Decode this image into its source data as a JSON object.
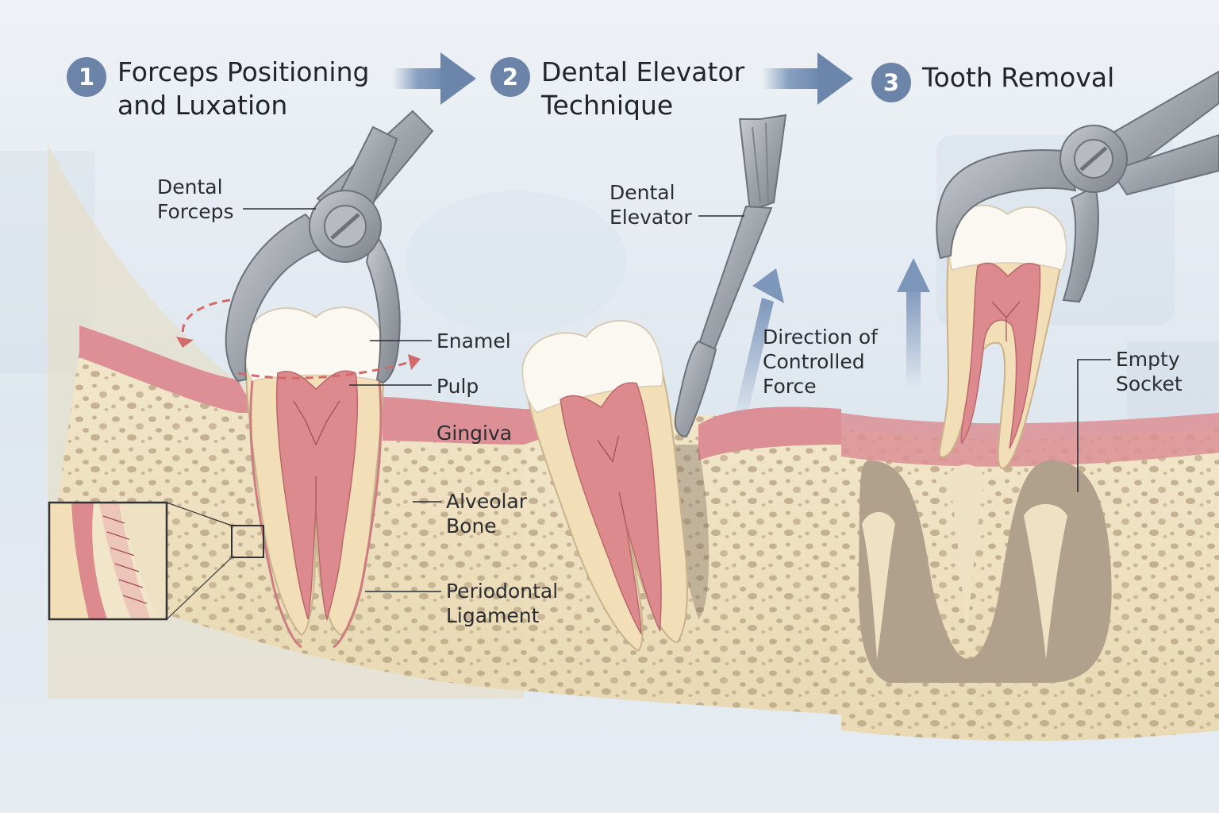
{
  "colors": {
    "background": "#e4ebf2",
    "gingiva": "#dc8f94",
    "bone": "#efe2c4",
    "enamel": "#fbf8f1",
    "dentin": "#f2dfb8",
    "pulp": "#dd8a8e",
    "steel": "#9ea3aa",
    "step_badge": "#6c84a8",
    "arrow": "#7d97ba",
    "motion_arrow": "#d16a6a"
  },
  "steps": [
    {
      "number": "1",
      "title": "Forceps Positioning\nand Luxation"
    },
    {
      "number": "2",
      "title": "Dental Elevator\nTechnique"
    },
    {
      "number": "3",
      "title": "Tooth Removal"
    }
  ],
  "labels": {
    "dental_forceps": "Dental\nForceps",
    "enamel": "Enamel",
    "pulp": "Pulp",
    "gingiva": "Gingiva",
    "alveolar_bone": "Alveolar\nBone",
    "periodontal_ligament": "Periodontal\nLigament",
    "dental_elevator": "Dental\nElevator",
    "direction_force": "Direction of\nControlled\nForce",
    "empty_socket": "Empty\nSocket"
  },
  "icons": {
    "step_arrow": "arrow-right-icon",
    "force_arrow": "arrow-up-icon",
    "rotation": "rotation-arrows-icon",
    "inset": "magnifier-inset"
  }
}
